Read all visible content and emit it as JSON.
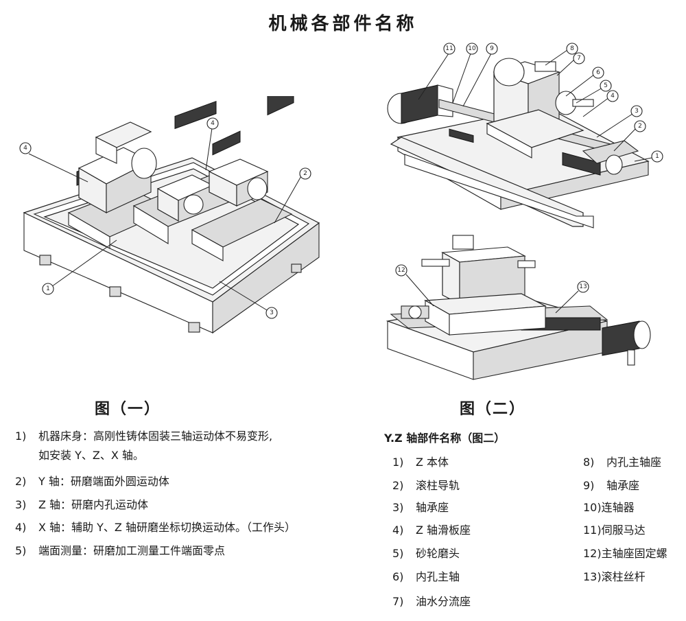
{
  "title": "机械各部件名称",
  "figure1": {
    "caption": "图（一）",
    "callouts": [
      "④",
      "④",
      "②",
      "①",
      "③"
    ]
  },
  "figure2": {
    "caption": "图（二）",
    "callouts": [
      "⑪",
      "⑩",
      "⑨",
      "⑧",
      "⑦",
      "⑥",
      "⑤",
      "④",
      "③",
      "②",
      "①",
      "⑫",
      "⑬"
    ]
  },
  "left_list": [
    {
      "num": "1)",
      "lines": [
        "机器床身：高刚性铸体固装三轴运动体不易变形,",
        "如安装 Y、Z、X 轴。"
      ]
    },
    {
      "num": "2)",
      "lines": [
        "Y 轴：研磨端面外圆运动体"
      ]
    },
    {
      "num": "3)",
      "lines": [
        "Z 轴：研磨内孔运动体"
      ]
    },
    {
      "num": "4)",
      "lines": [
        "X 轴：辅助 Y、Z 轴研磨坐标切换运动体。（工作头）"
      ]
    },
    {
      "num": "5)",
      "lines": [
        "端面测量：研磨加工测量工件端面零点"
      ]
    }
  ],
  "yz_heading": "Y.Z 轴部件名称（图二）",
  "yz_left": [
    {
      "num": "1)",
      "text": "Z 本体"
    },
    {
      "num": "2)",
      "text": "滚柱导轨"
    },
    {
      "num": "3)",
      "text": "轴承座"
    },
    {
      "num": "4)",
      "text": "Z 轴滑板座"
    },
    {
      "num": "5)",
      "text": "砂轮磨头"
    },
    {
      "num": "6)",
      "text": "内孔主轴"
    },
    {
      "num": "7)",
      "text": "油水分流座"
    }
  ],
  "yz_right": [
    {
      "num": "8)",
      "text": "内孔主轴座"
    },
    {
      "num": "9)",
      "text": "轴承座"
    },
    {
      "num": "10)",
      "text": "连轴器"
    },
    {
      "num": "11)",
      "text": "伺服马达"
    },
    {
      "num": "12)",
      "text": "主轴座固定螺"
    },
    {
      "num": "13)",
      "text": "滚柱丝杆"
    }
  ]
}
